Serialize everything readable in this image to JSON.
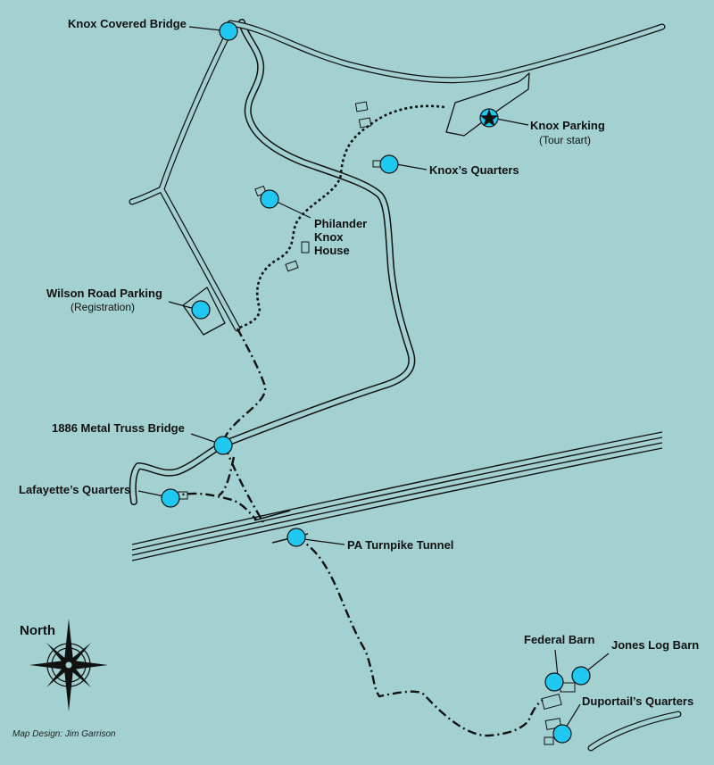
{
  "map": {
    "background": "#a3d1d1",
    "marker_color": "#1ec8f0",
    "line_color": "#111111",
    "credit": "Map Design: Jim Garrison"
  },
  "compass": {
    "label": "North",
    "icon": "compass-rose-icon"
  },
  "tour_start_icon": "star-icon",
  "locations": {
    "knox_covered_bridge": {
      "name": "Knox Covered Bridge"
    },
    "knox_parking": {
      "name": "Knox Parking",
      "note": "(Tour start)"
    },
    "knox_quarters": {
      "name": "Knox’s Quarters"
    },
    "philander_knox_house": {
      "line1": "Philander",
      "line2": "Knox",
      "line3": "House"
    },
    "wilson_road_parking": {
      "name": "Wilson Road Parking",
      "note": "(Registration)"
    },
    "metal_truss_bridge": {
      "name": "1886 Metal Truss Bridge"
    },
    "lafayette_quarters": {
      "name": "Lafayette’s Quarters"
    },
    "pa_turnpike_tunnel": {
      "name": "PA Turnpike Tunnel"
    },
    "federal_barn": {
      "name": "Federal Barn"
    },
    "jones_log_barn": {
      "name": "Jones Log Barn"
    },
    "duportail_quarters": {
      "name": "Duportail’s Quarters"
    }
  }
}
